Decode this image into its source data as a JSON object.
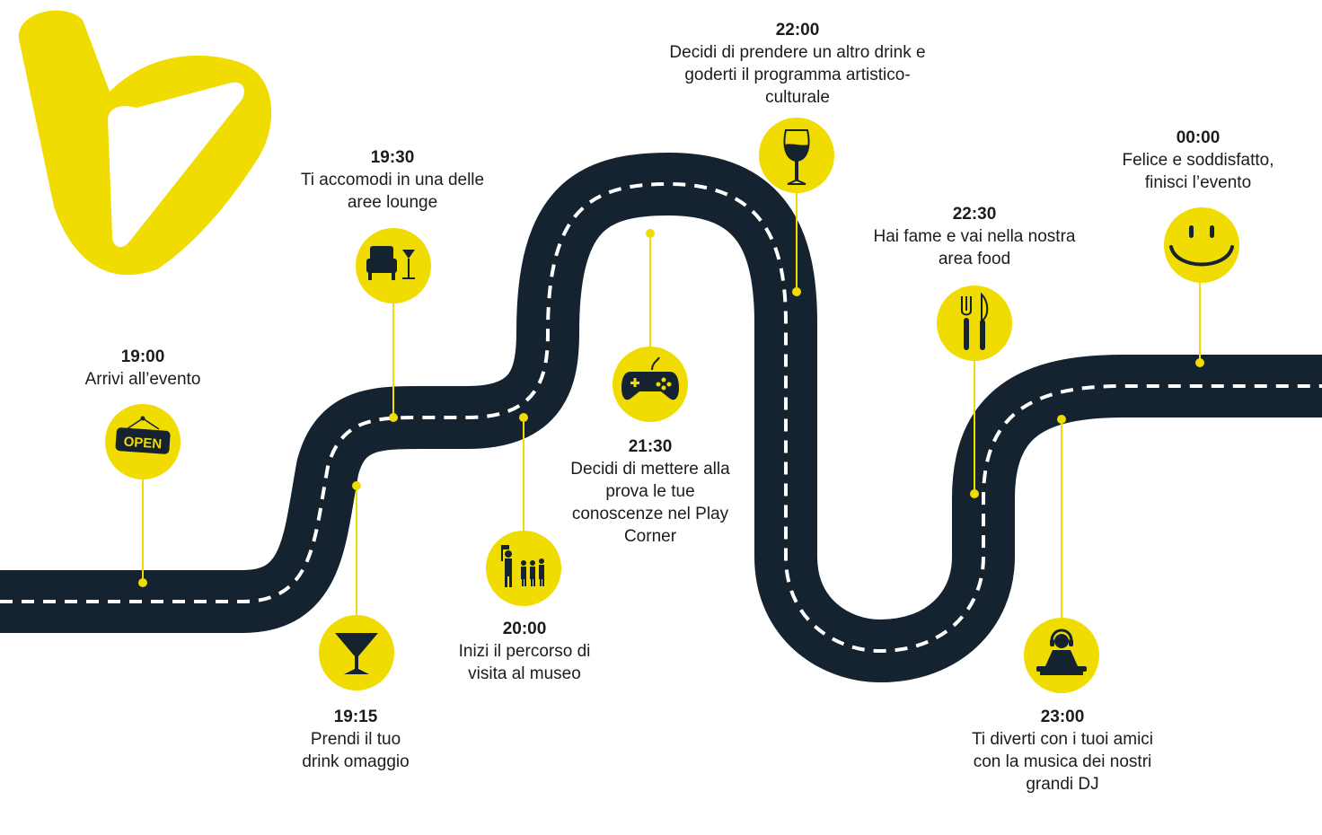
{
  "colors": {
    "accent": "#f0dc00",
    "road": "#15222f",
    "dash": "#ffffff"
  },
  "logo": {
    "name": "brand-logo"
  },
  "timeline": [
    {
      "id": "1900",
      "time": "19:00",
      "text": "Arrivi all’evento",
      "icon": "open-sign-icon"
    },
    {
      "id": "1915",
      "time": "19:15",
      "text": "Prendi il tuo drink omaggio",
      "icon": "cocktail-icon"
    },
    {
      "id": "1930",
      "time": "19:30",
      "text": "Ti accomodi in una delle aree lounge",
      "icon": "armchair-icon"
    },
    {
      "id": "2000",
      "time": "20:00",
      "text": "Inizi il percorso di visita al museo",
      "icon": "guided-tour-icon"
    },
    {
      "id": "2130",
      "time": "21:30",
      "text": "Decidi di mettere alla prova le tue conoscenze nel Play Corner",
      "icon": "gamepad-icon"
    },
    {
      "id": "2200",
      "time": "22:00",
      "text": "Decidi di prendere un altro drink e goderti il programma artistico-culturale",
      "icon": "wine-glass-icon"
    },
    {
      "id": "2230",
      "time": "22:30",
      "text": "Hai fame e vai nella nostra area food",
      "icon": "fork-knife-icon"
    },
    {
      "id": "2300",
      "time": "23:00",
      "text": "Ti diverti con i tuoi amici con la musica dei nostri grandi DJ",
      "icon": "dj-icon"
    },
    {
      "id": "0000",
      "time": "00:00",
      "text": "Felice e soddisfatto, finisci l’evento",
      "icon": "smiley-icon"
    }
  ]
}
